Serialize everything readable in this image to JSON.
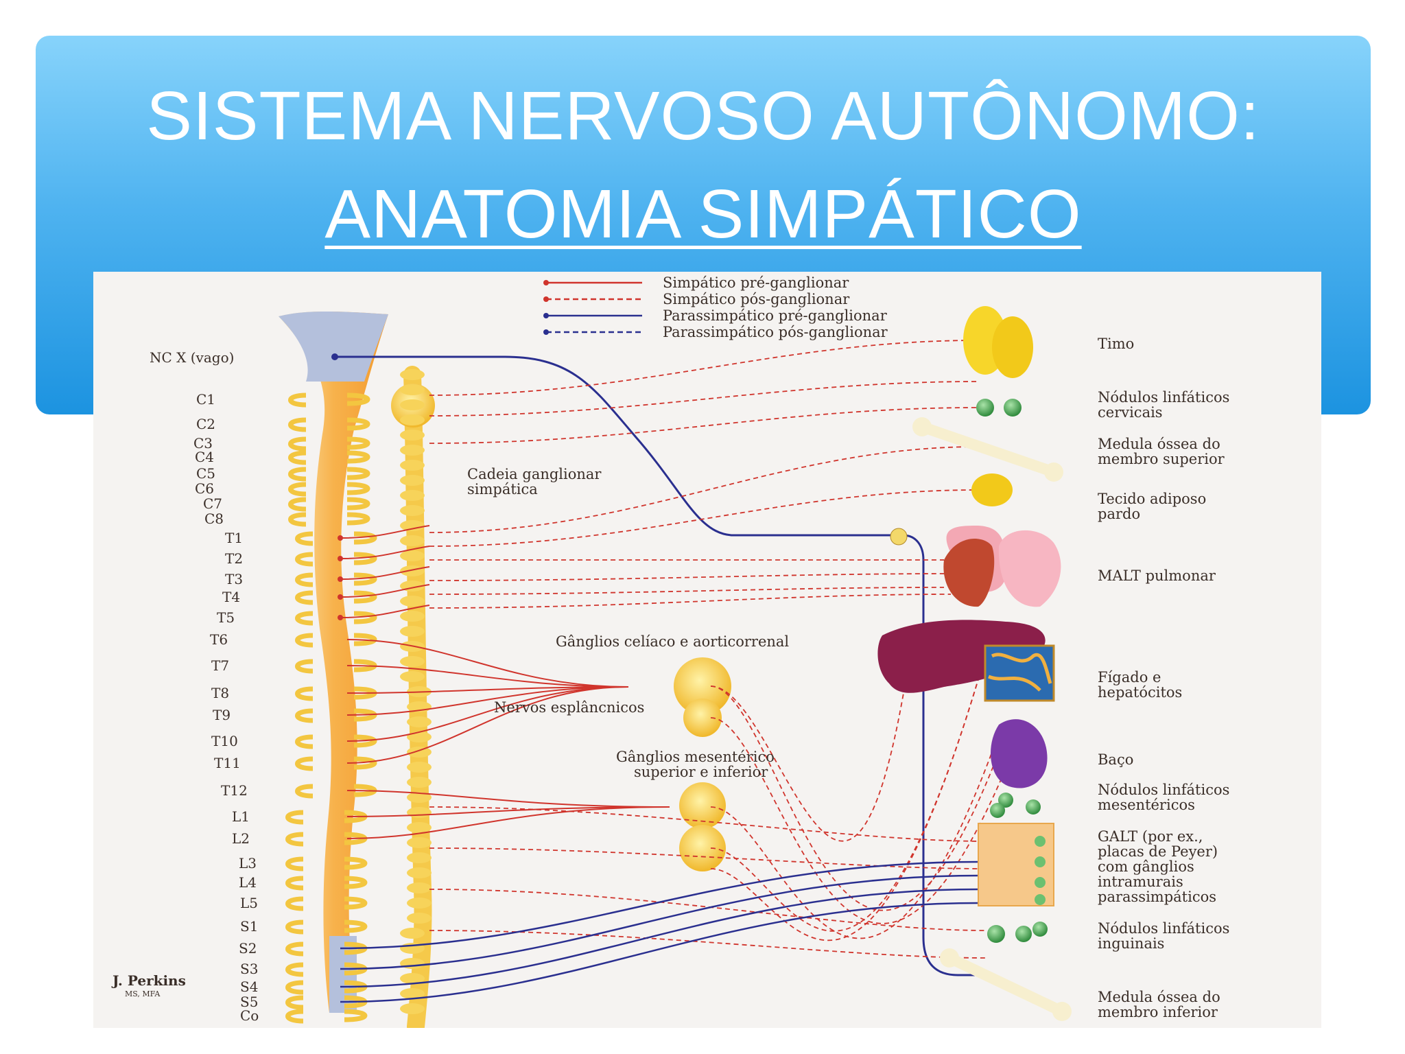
{
  "slide": {
    "title_line1": "SISTEMA NERVOSO AUTÔNOMO:",
    "title_line2": "ANATOMIA SIMPÁTICO"
  },
  "legend": [
    {
      "label": "Simpático pré-ganglionar",
      "color": "#d0342c",
      "style": "solid"
    },
    {
      "label": "Simpático pós-ganglionar",
      "color": "#d0342c",
      "style": "dashed"
    },
    {
      "label": "Parassimpático pré-ganglionar",
      "color": "#2a2f8f",
      "style": "solid"
    },
    {
      "label": "Parassimpático pós-ganglionar",
      "color": "#2a2f8f",
      "style": "dashed"
    }
  ],
  "vagus_label": "NC X (vago)",
  "segments": [
    "C1",
    "C2",
    "C3",
    "C4",
    "C5",
    "C6",
    "C7",
    "C8",
    "T1",
    "T2",
    "T3",
    "T4",
    "T5",
    "T6",
    "T7",
    "T8",
    "T9",
    "T10",
    "T11",
    "T12",
    "L1",
    "L2",
    "L3",
    "L4",
    "L5",
    "S1",
    "S2",
    "S3",
    "S4",
    "S5",
    "Co"
  ],
  "diagram_labels": {
    "chain_line1": "Cadeia ganglionar",
    "chain_line2": "simpática",
    "celiac": "Gânglios celíaco e aorticorrenal",
    "splanchnic": "Nervos esplâncnicos",
    "mesenteric_line1": "Gânglios mesentérico",
    "mesenteric_line2": "superior e inferior"
  },
  "organs": [
    {
      "line1": "Timo",
      "line2": ""
    },
    {
      "line1": "Nódulos linfáticos",
      "line2": "cervicais"
    },
    {
      "line1": "Medula óssea do",
      "line2": "membro superior"
    },
    {
      "line1": "Tecido adiposo",
      "line2": "pardo"
    },
    {
      "line1": "MALT pulmonar",
      "line2": ""
    },
    {
      "line1": "Fígado e",
      "line2": "hepatócitos"
    },
    {
      "line1": "Baço",
      "line2": ""
    },
    {
      "line1": "Nódulos linfáticos",
      "line2": "mesentéricos"
    },
    {
      "line1": "GALT (por ex.,",
      "line2": "placas de Peyer)",
      "line3": "com gânglios",
      "line4": "intramurais",
      "line5": "parassimpáticos"
    },
    {
      "line1": "Nódulos linfáticos",
      "line2": "inguinais"
    },
    {
      "line1": "Medula óssea do",
      "line2": "membro inferior"
    }
  ],
  "credit": {
    "author": "J. Perkins",
    "degree": "MS, MFA"
  },
  "colors": {
    "banner_top": "#87d3fb",
    "banner_bottom": "#1c93e0",
    "sympathetic": "#d0342c",
    "parasympathetic": "#2a2f8f",
    "cord": "#f5a33a",
    "ganglion": "#f3c640"
  }
}
